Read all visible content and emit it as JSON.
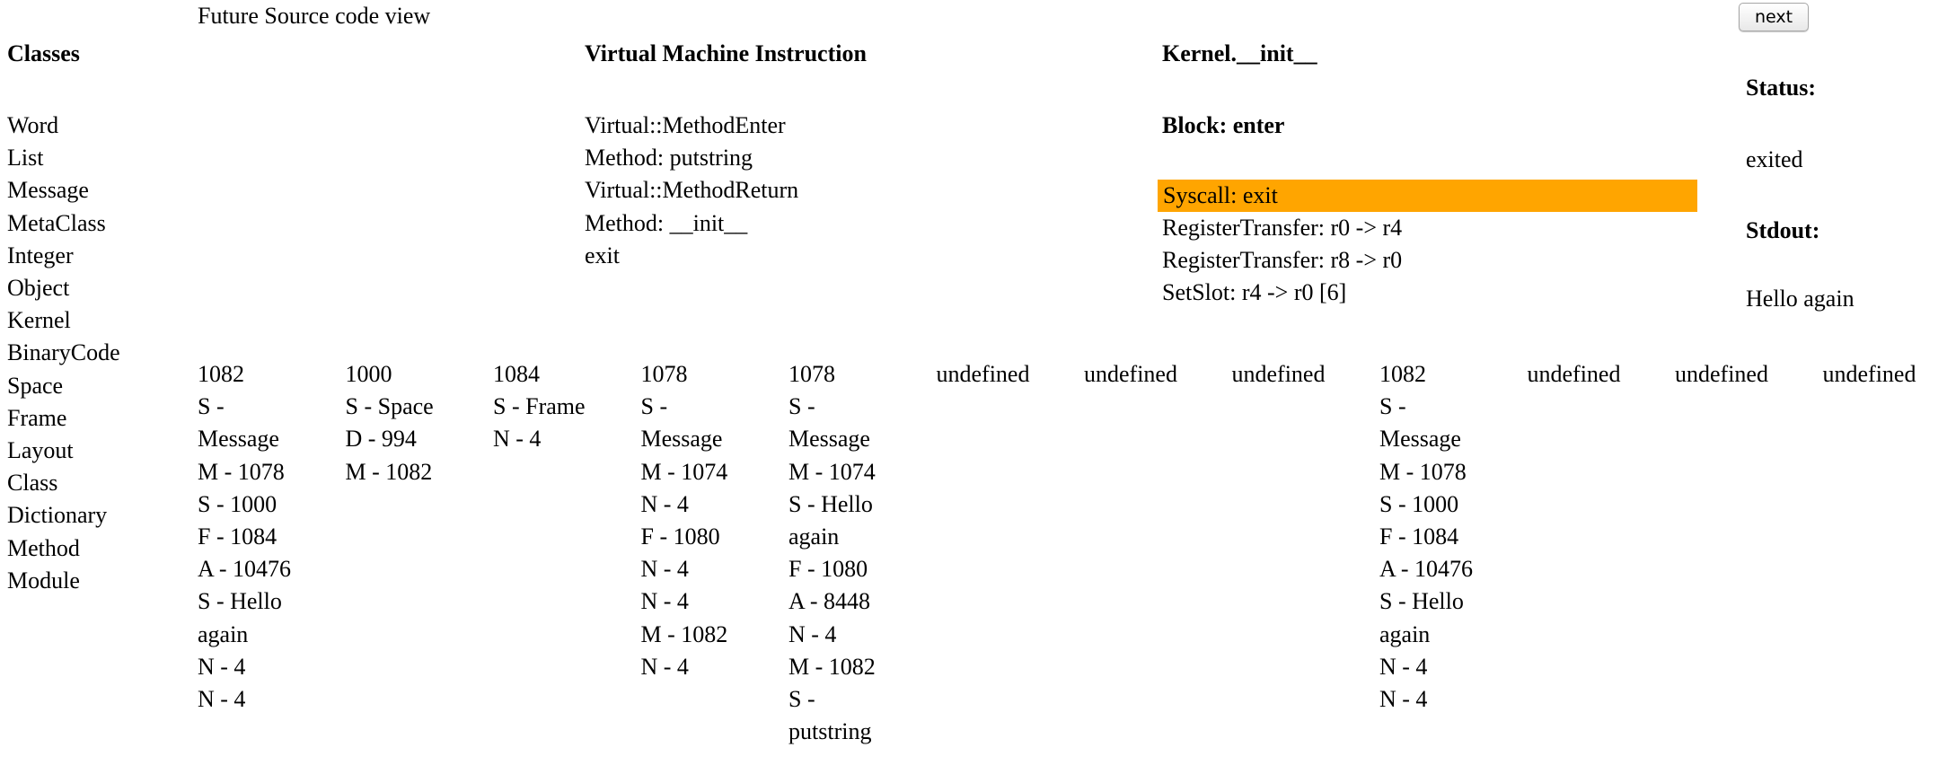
{
  "header": {
    "title": "Future Source code view",
    "next_label": "next"
  },
  "classes": {
    "heading": "Classes",
    "items": [
      "Word",
      "List",
      "Message",
      "MetaClass",
      "Integer",
      "Object",
      "Kernel",
      "BinaryCode",
      "Space",
      "Frame",
      "Layout",
      "Class",
      "Dictionary",
      "Method",
      "Module"
    ]
  },
  "vm": {
    "heading": "Virtual Machine Instruction",
    "items": [
      "Virtual::MethodEnter",
      "Method: putstring",
      "Virtual::MethodReturn",
      "Method: __init__",
      "exit"
    ]
  },
  "kernel": {
    "heading": "Kernel.__init__",
    "block": "Block: enter",
    "current": "Syscall: exit",
    "items": [
      "RegisterTransfer: r0 -> r4",
      "RegisterTransfer: r8 -> r0",
      "SetSlot: r4 -> r0 [6]"
    ],
    "highlight_color": "#ffa500"
  },
  "status": {
    "heading": "Status:",
    "value": "exited",
    "stdout_heading": "Stdout:",
    "stdout": "Hello again"
  },
  "memory": [
    {
      "id": "1082",
      "entries": [
        "S - Message",
        "M - 1078",
        "S - 1000",
        "F - 1084",
        "A - 10476",
        "S - Hello again",
        "N - 4",
        "N - 4"
      ]
    },
    {
      "id": "1000",
      "entries": [
        "S - Space",
        "D - 994",
        "M - 1082"
      ]
    },
    {
      "id": "1084",
      "entries": [
        "S - Frame",
        "N - 4"
      ]
    },
    {
      "id": "1078",
      "entries": [
        "S - Message",
        "M - 1074",
        "N - 4",
        "F - 1080",
        "N - 4",
        "N - 4",
        "M - 1082",
        "N - 4"
      ]
    },
    {
      "id": "1078",
      "entries": [
        "S - Message",
        "M - 1074",
        "S - Hello again",
        "F - 1080",
        "A - 8448",
        "N - 4",
        "M - 1082",
        "S - putstring"
      ]
    },
    {
      "id": "undefined",
      "entries": []
    },
    {
      "id": "undefined",
      "entries": []
    },
    {
      "id": "undefined",
      "entries": []
    },
    {
      "id": "1082",
      "entries": [
        "S - Message",
        "M - 1078",
        "S - 1000",
        "F - 1084",
        "A - 10476",
        "S - Hello again",
        "N - 4",
        "N - 4"
      ]
    },
    {
      "id": "undefined",
      "entries": []
    },
    {
      "id": "undefined",
      "entries": []
    },
    {
      "id": "undefined",
      "entries": []
    }
  ]
}
